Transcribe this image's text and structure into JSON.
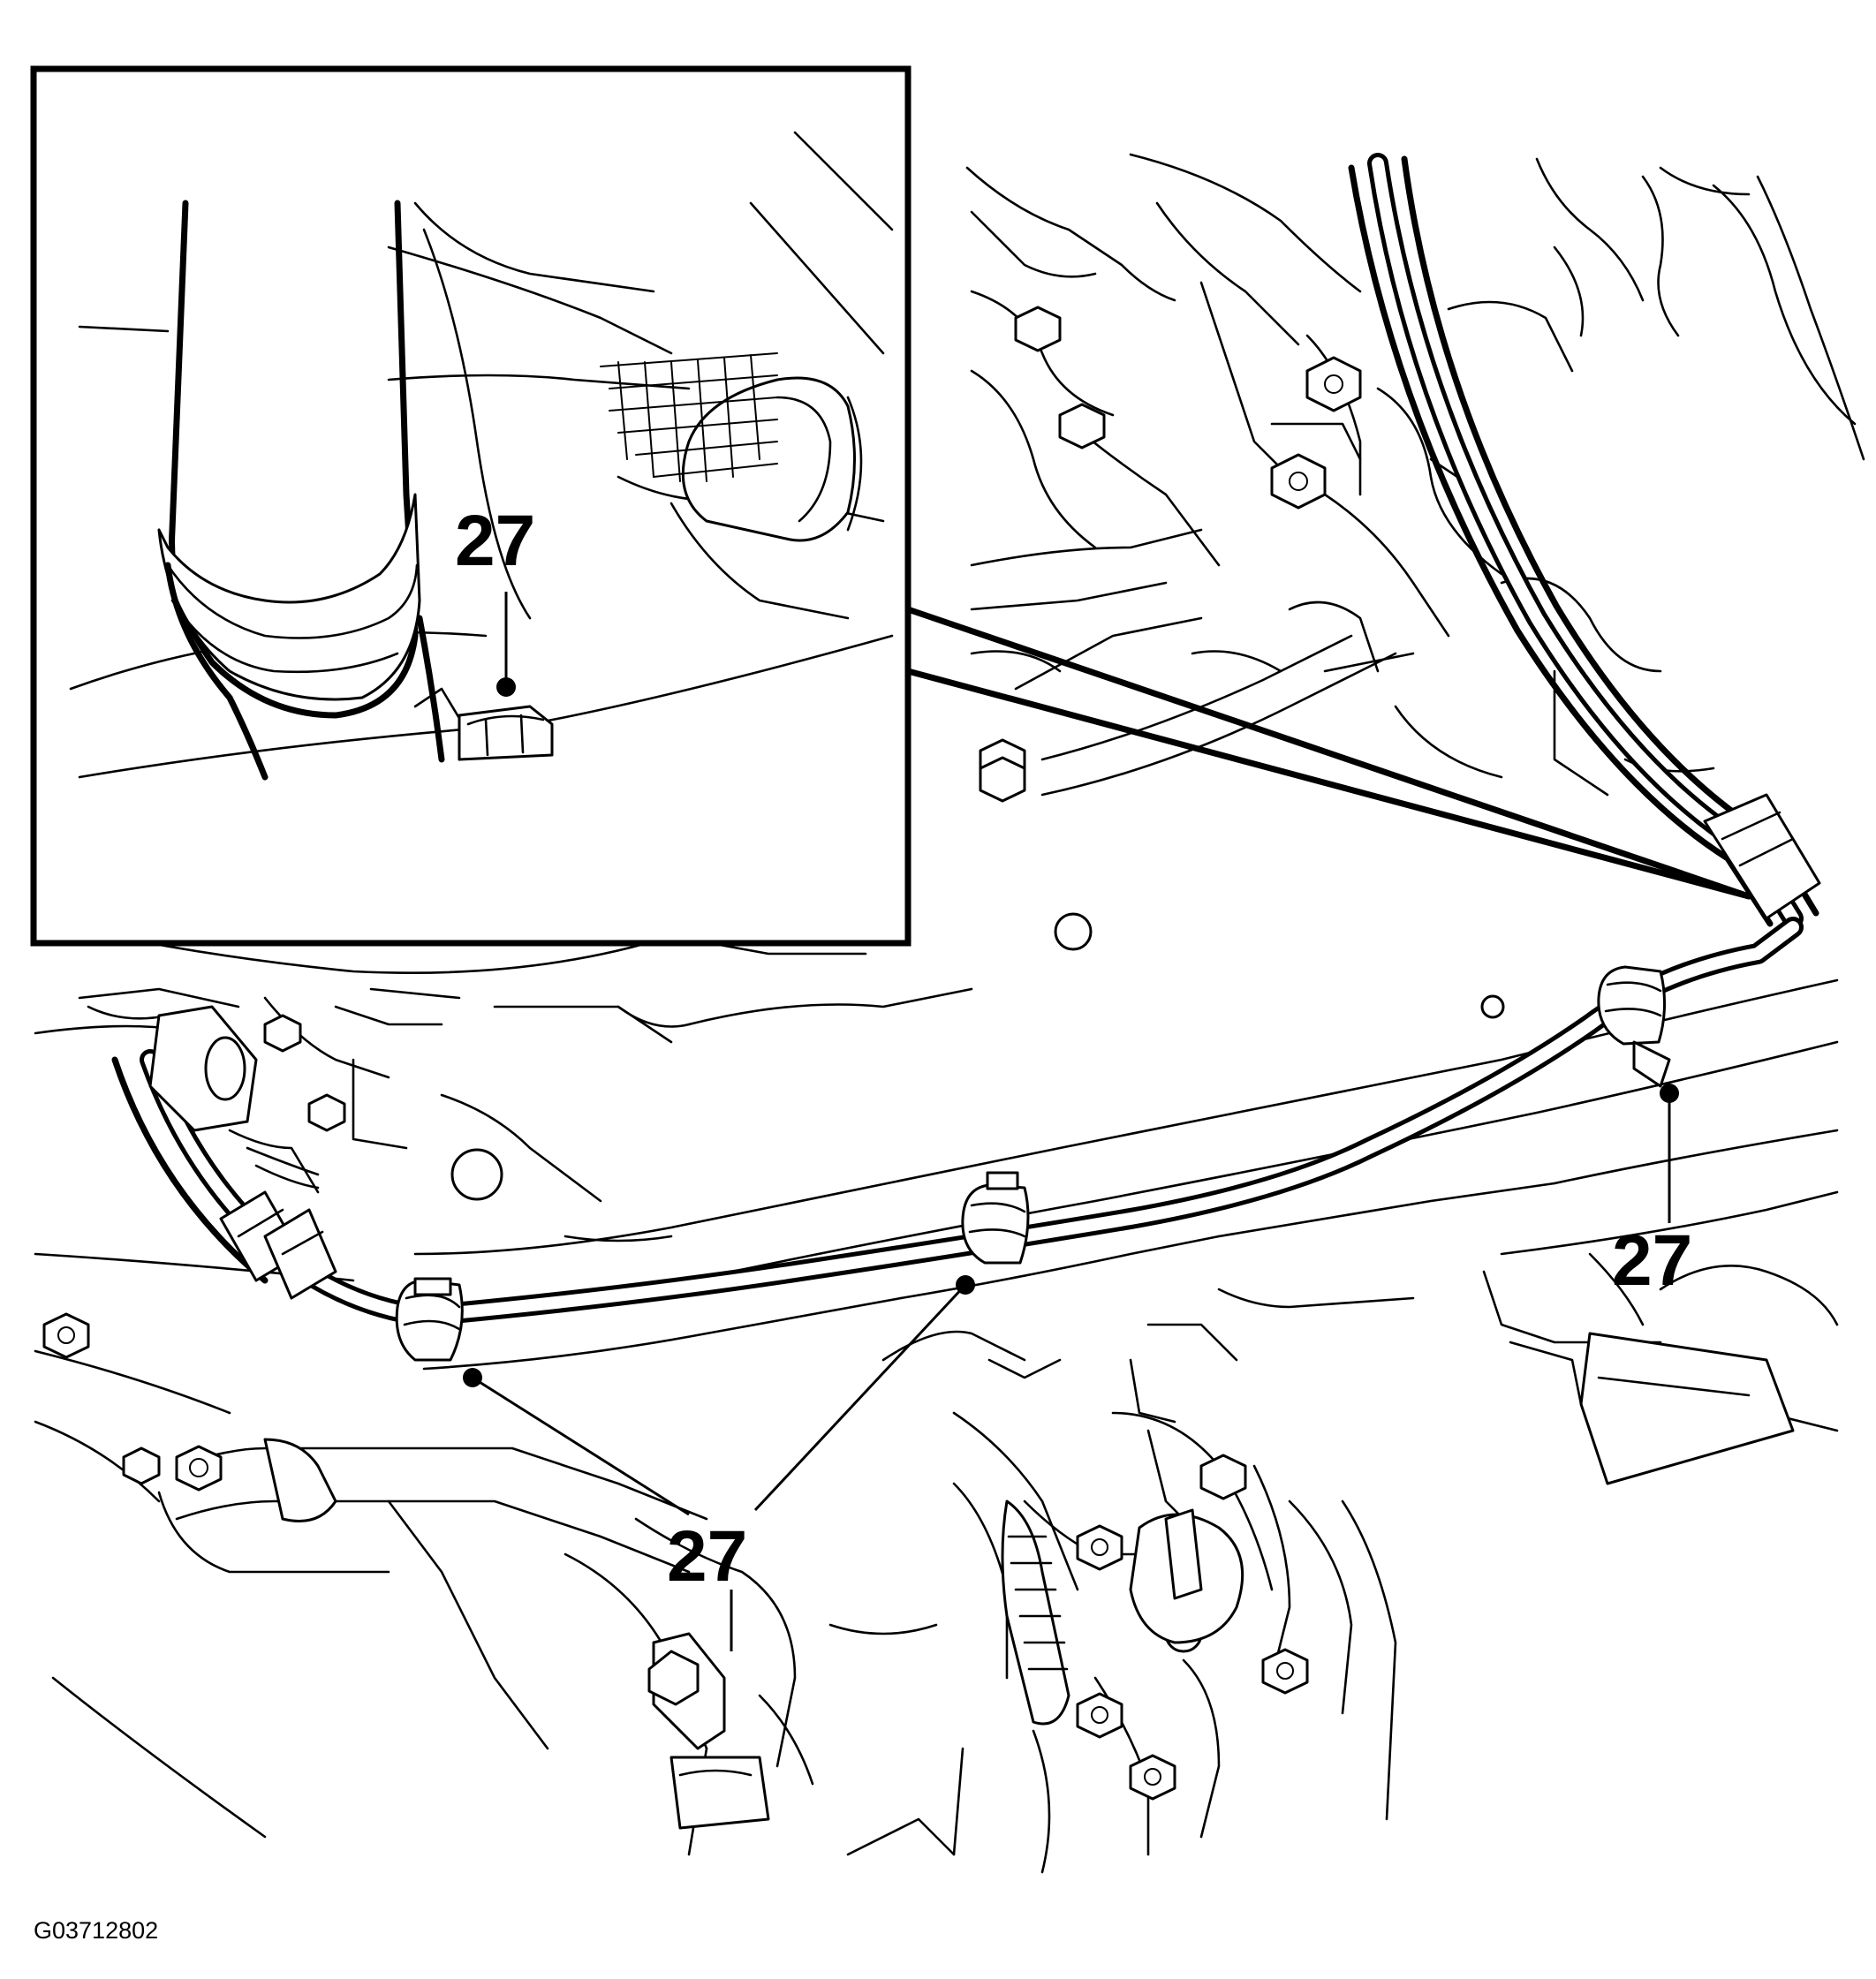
{
  "diagram": {
    "figure_id": "G03712802",
    "callouts": {
      "inset": "27",
      "right": "27",
      "bottom": "27"
    }
  }
}
